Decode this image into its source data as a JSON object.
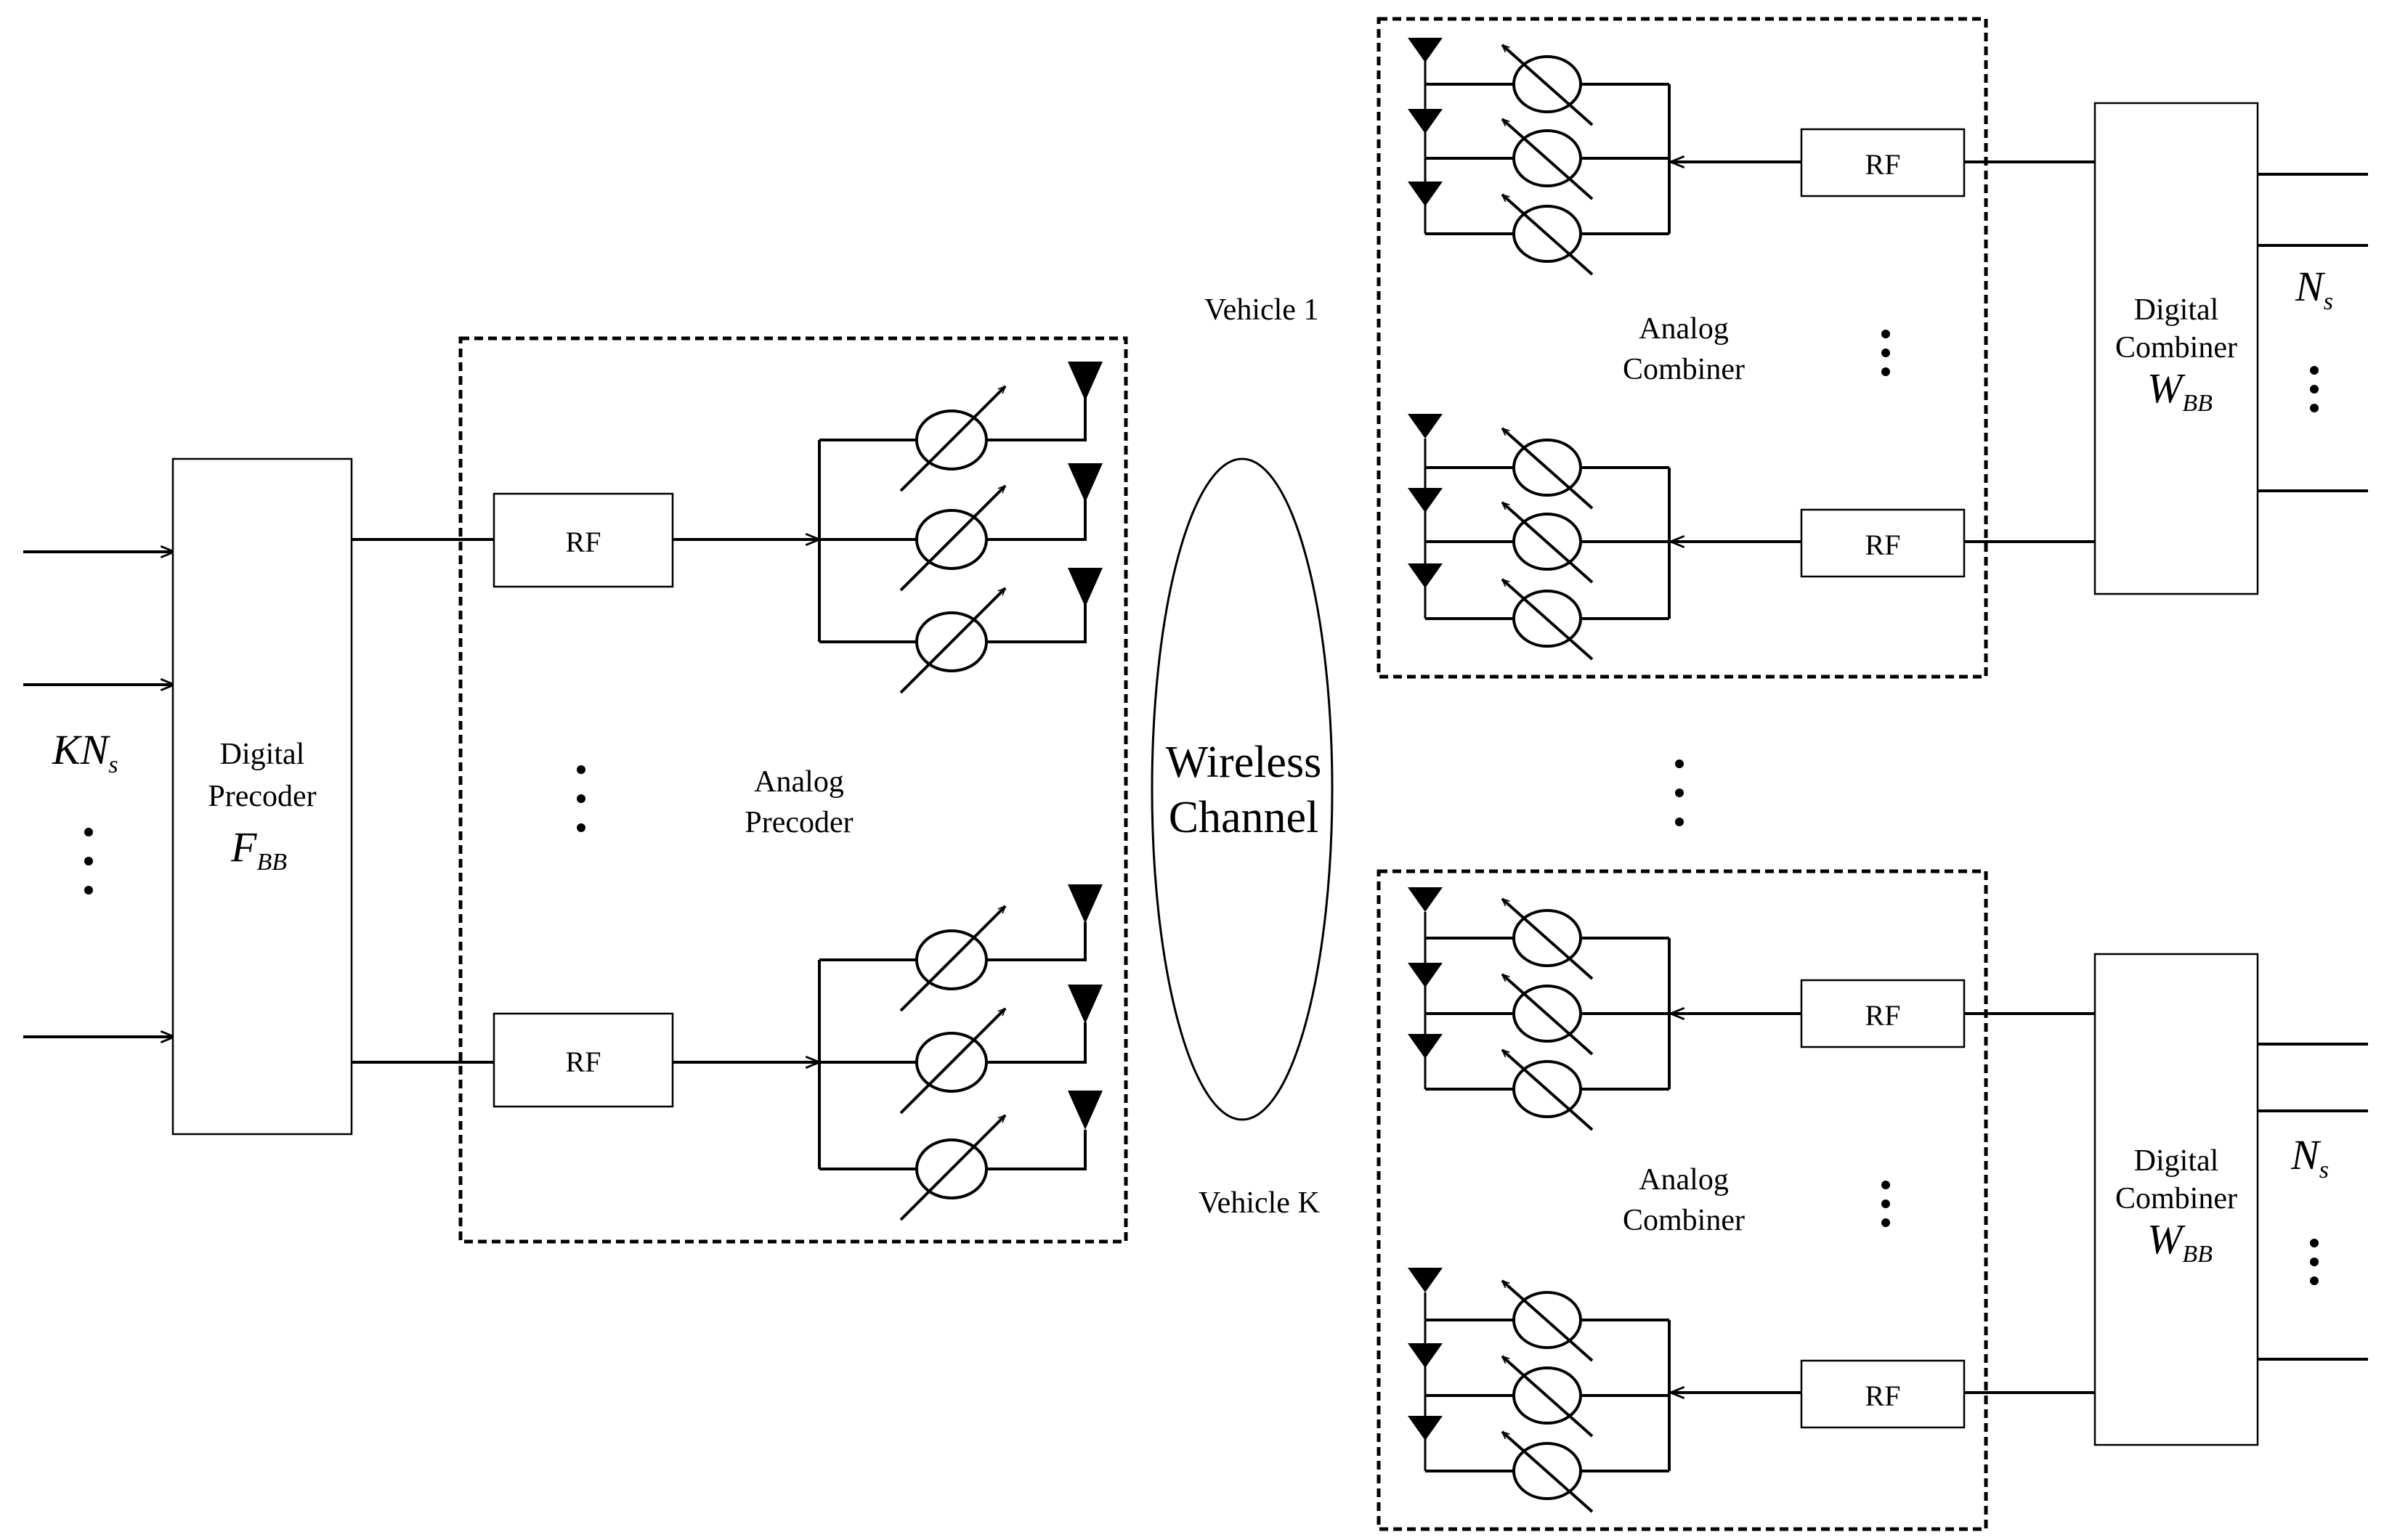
{
  "labels": {
    "digital_precoder": [
      "Digital",
      "Precoder"
    ],
    "fbb": {
      "main": "F",
      "sub": "BB"
    },
    "kns": {
      "main": "KN",
      "sub": "s"
    },
    "analog_precoder": [
      "Analog",
      "Precoder"
    ],
    "rf": "RF",
    "wireless_channel": [
      "Wireless",
      "Channel"
    ],
    "vehicle_1": "Vehicle  1",
    "vehicle_k": "Vehicle K",
    "analog_combiner": [
      "Analog",
      "Combiner"
    ],
    "digital_combiner": [
      "Digital",
      "Combiner"
    ],
    "wbb": {
      "main": "W",
      "sub": "BB"
    },
    "ns": {
      "main": "N",
      "sub": "s"
    }
  }
}
